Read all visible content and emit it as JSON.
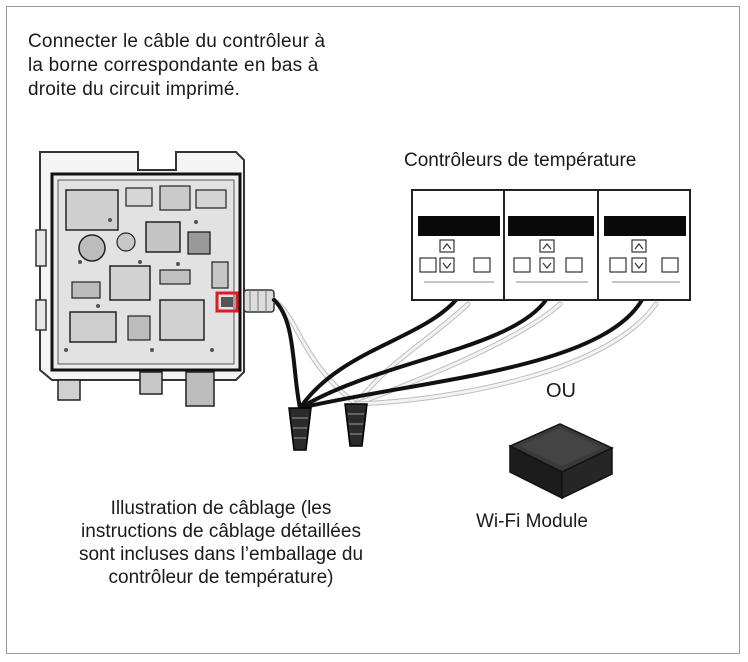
{
  "intro_lines": [
    "Connecter le câble du contrôleur à",
    "la borne correspondante en bas à",
    "droite du circuit imprimé."
  ],
  "controllers_title": "Contrôleurs de température",
  "or_label": "OU",
  "wifi_label": "Wi-Fi Module",
  "caption_lines": [
    "Illustration de câblage (les",
    "instructions de câblage détaillées",
    "sont incluses dans l’emballage du",
    "contrôleur de température)"
  ],
  "icons": [
    "circuit-board",
    "temperature-controller",
    "wire-nut",
    "wifi-module"
  ],
  "colors": {
    "highlight": "#e01b24",
    "wire_black": "#111111",
    "wire_white": "#d9d9d9",
    "frame": "#9a9a9a"
  }
}
